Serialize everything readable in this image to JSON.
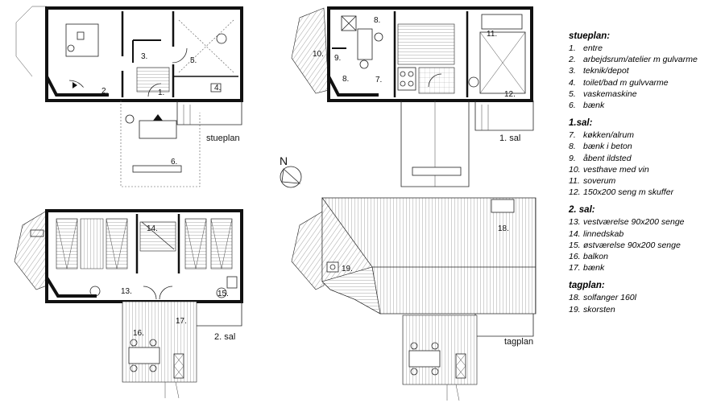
{
  "plans": {
    "ground": {
      "label": "stueplan",
      "rooms": [
        "1.",
        "2.",
        "3.",
        "4.",
        "5.",
        "6."
      ]
    },
    "first": {
      "label": "1. sal",
      "rooms": [
        "7.",
        "8.",
        "8.",
        "9.",
        "10.",
        "11.",
        "12."
      ]
    },
    "second": {
      "label": "2. sal",
      "rooms": [
        "13.",
        "14.",
        "15.",
        "16.",
        "17."
      ]
    },
    "roof": {
      "label": "tagplan",
      "rooms": [
        "18.",
        "19."
      ]
    },
    "north_label": "N"
  },
  "legend": [
    {
      "title": "stueplan:",
      "items": [
        {
          "num": "1.",
          "text": "entre"
        },
        {
          "num": "2.",
          "text": "arbejdsrum/atelier m gulvarme"
        },
        {
          "num": "3.",
          "text": "teknik/depot"
        },
        {
          "num": "4.",
          "text": "toilet/bad m gulvvarme"
        },
        {
          "num": "5.",
          "text": "vaskemaskine"
        },
        {
          "num": "6.",
          "text": "bænk"
        }
      ]
    },
    {
      "title": "1.sal:",
      "items": [
        {
          "num": "7.",
          "text": "køkken/alrum"
        },
        {
          "num": "8.",
          "text": "bænk i beton"
        },
        {
          "num": "9.",
          "text": "åbent ildsted"
        },
        {
          "num": "10.",
          "text": "vesthave med vin"
        },
        {
          "num": "11.",
          "text": "soverum"
        },
        {
          "num": "12.",
          "text": "150x200 seng m skuffer"
        }
      ]
    },
    {
      "title": "2. sal:",
      "items": [
        {
          "num": "13.",
          "text": "vestværelse 90x200 senge"
        },
        {
          "num": "14.",
          "text": "linnedskab"
        },
        {
          "num": "15.",
          "text": "østværelse 90x200 senge"
        },
        {
          "num": "16.",
          "text": "balkon"
        },
        {
          "num": "17.",
          "text": "bænk"
        }
      ]
    },
    {
      "title": "tagplan:",
      "items": [
        {
          "num": "18.",
          "text": "solfanger 160l"
        },
        {
          "num": "19.",
          "text": "skorsten"
        }
      ]
    }
  ]
}
